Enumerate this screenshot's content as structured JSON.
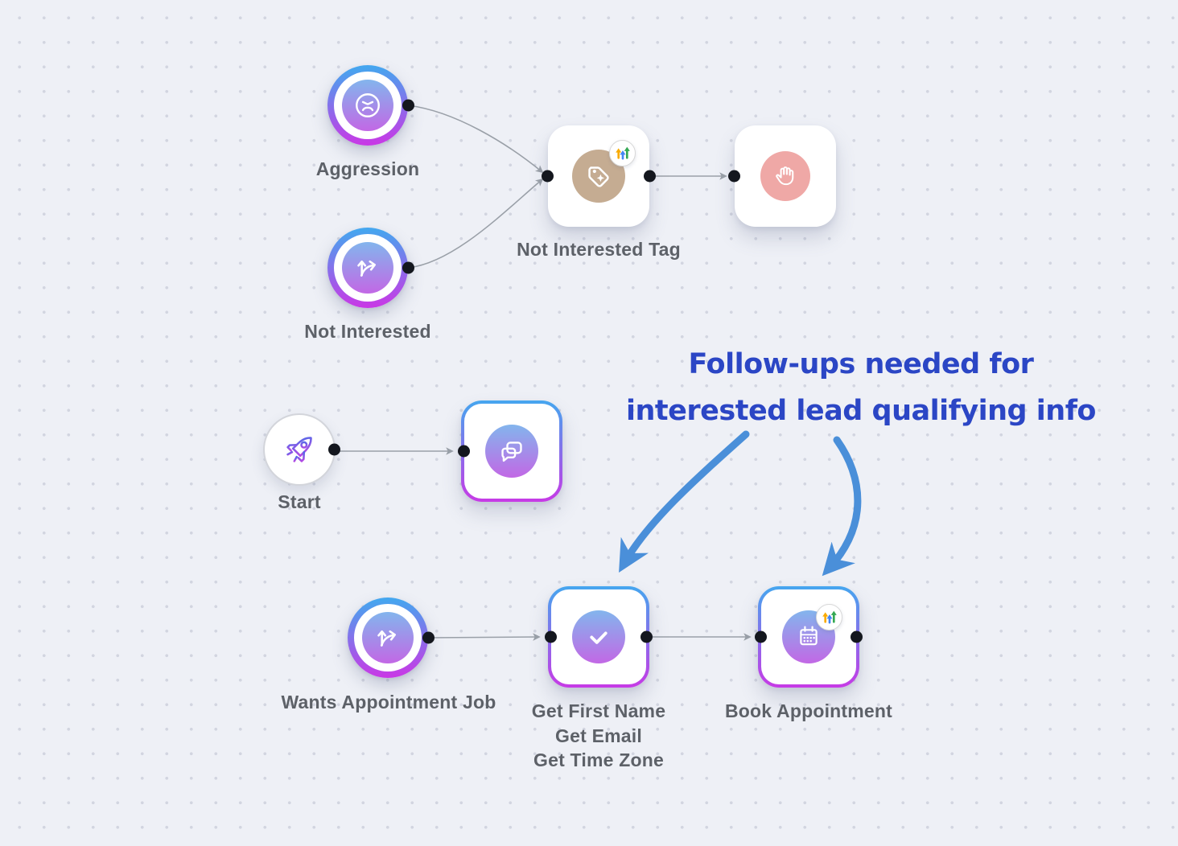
{
  "annotation": {
    "line1": "Follow-ups needed for",
    "line2": "interested lead qualifying info",
    "text_color": "#2b46c5",
    "arrow_color": "#4a8fd9"
  },
  "nodes": {
    "aggression": {
      "label": "Aggression",
      "icon": "angry-face-icon"
    },
    "not_interested": {
      "label": "Not Interested",
      "icon": "split-arrow-icon"
    },
    "not_interested_tag": {
      "label": "Not Interested Tag",
      "icon": "tag-icon",
      "badge": "highlevel-logo"
    },
    "stop": {
      "icon": "stop-hand-icon"
    },
    "start": {
      "label": "Start",
      "icon": "rocket-icon"
    },
    "send_message": {
      "icon": "chat-bubbles-icon"
    },
    "wants_appointment_job": {
      "label": "Wants Appointment Job",
      "icon": "split-arrow-icon"
    },
    "qualifying_questions": {
      "labels": [
        "Get First Name",
        "Get Email",
        "Get Time Zone"
      ],
      "icon": "check-icon"
    },
    "book_appointment": {
      "label": "Book Appointment",
      "icon": "calendar-icon",
      "badge": "highlevel-logo"
    }
  },
  "colors": {
    "background": "#eef0f6",
    "grid_dot": "#d2d5e0",
    "node_gradient_top": "#45a6ef",
    "node_gradient_bottom": "#c73ae6",
    "icon_gradient_top": "#83b5ed",
    "icon_gradient_bottom": "#c268e5",
    "tag_circle": "#c5ac92",
    "stop_circle": "#efa8a6",
    "label_text": "#5d6168",
    "connector": "#9aa0a8",
    "port": "#14171e",
    "badge_arrow_orange": "#f9ab00",
    "badge_arrow_blue": "#4285f4",
    "badge_arrow_green": "#34a853"
  }
}
